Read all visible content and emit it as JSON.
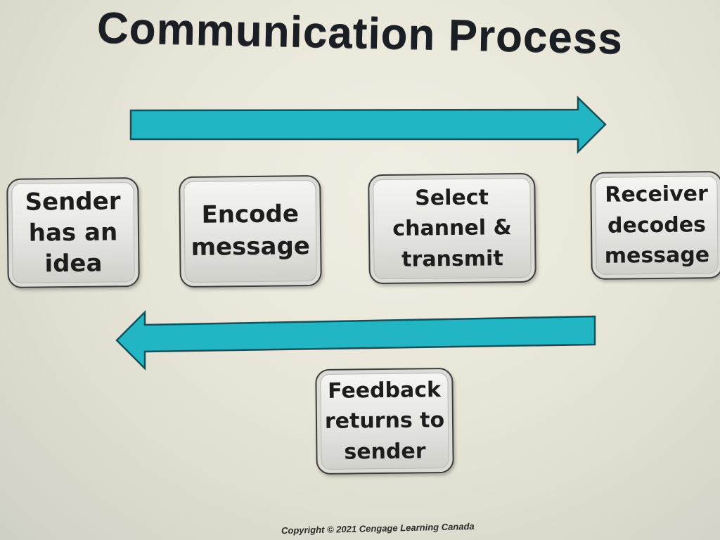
{
  "title": "Communication Process",
  "steps": {
    "sender": "Sender\nhas an\nidea",
    "encode": "Encode\nmessage",
    "channel": "Select\nchannel &\ntransmit",
    "receiver": "Receiver\ndecodes\nmessage",
    "feedback": "Feedback\nreturns to\nsender"
  },
  "copyright": "Copyright © 2021 Cengage Learning Canada",
  "colors": {
    "arrow_fill": "#22b5c4",
    "arrow_stroke": "#15505a",
    "title": "#1b1f25"
  }
}
